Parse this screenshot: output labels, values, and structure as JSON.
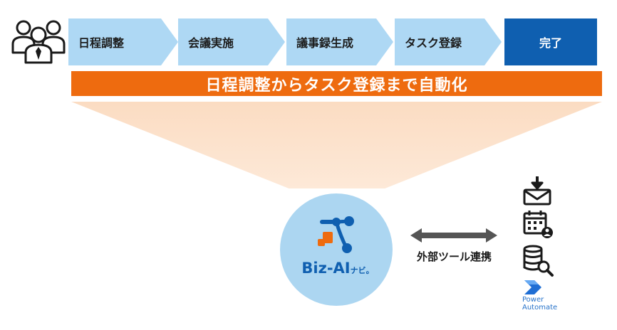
{
  "workflow": {
    "steps": [
      {
        "label": "日程調整"
      },
      {
        "label": "会議実施"
      },
      {
        "label": "議事録生成"
      },
      {
        "label": "タスク登録"
      },
      {
        "label": "完了"
      }
    ],
    "banner_text": "日程調整からタスク登録まで自動化"
  },
  "product": {
    "name": "Biz-AI",
    "name_suffix": "ナビ。",
    "colors": {
      "brand_blue": "#0f5fb0",
      "accent_orange": "#ee6b0f",
      "circle": "#acd6f1"
    }
  },
  "integration": {
    "label": "外部ツール連携",
    "tools": [
      {
        "icon": "mail-download-icon"
      },
      {
        "icon": "calendar-user-icon"
      },
      {
        "icon": "database-search-icon"
      },
      {
        "icon": "power-automate-icon",
        "label_line1": "Power",
        "label_line2": "Automate"
      }
    ]
  },
  "icons": {
    "users": "users-group-icon",
    "arrow": "bidirectional-arrow-icon"
  }
}
